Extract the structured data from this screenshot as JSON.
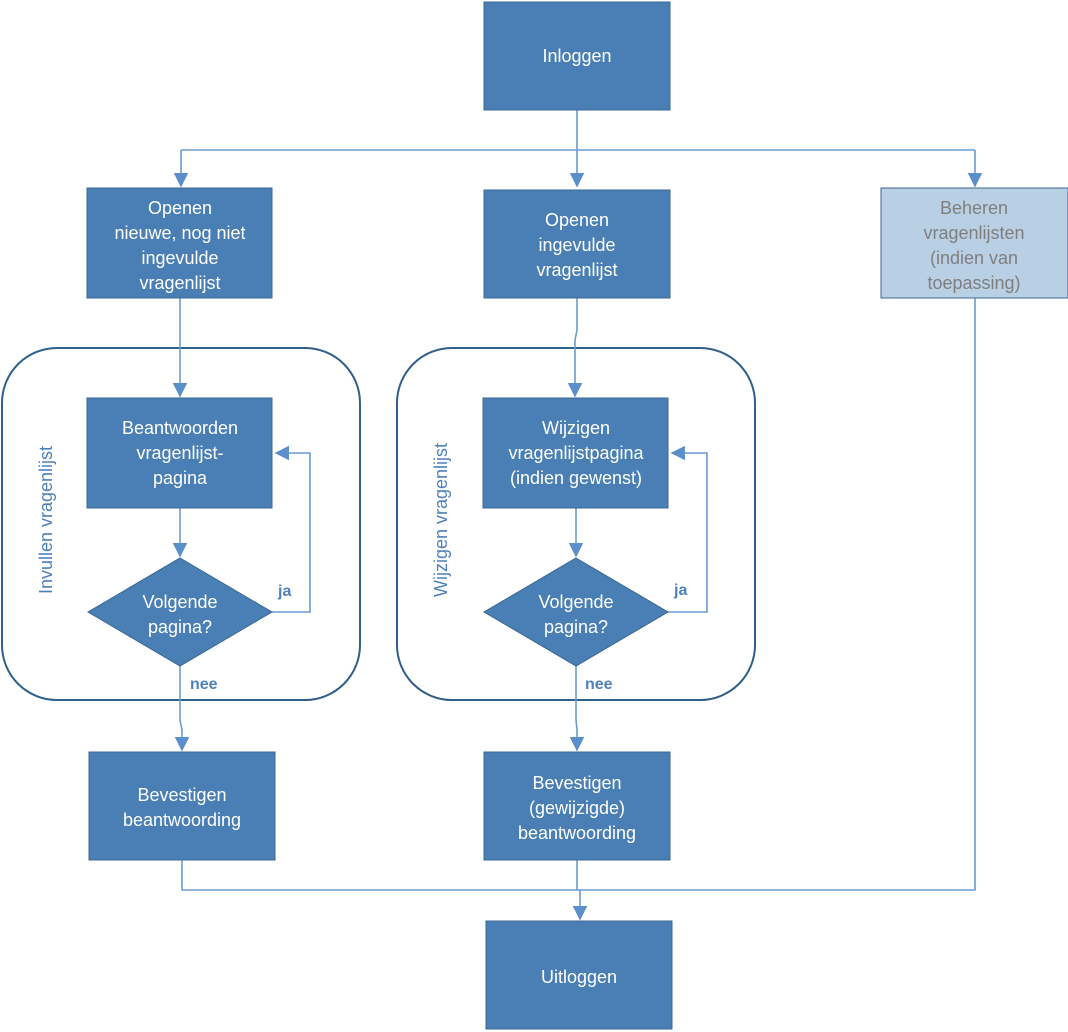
{
  "colors": {
    "box_fill": "#4a7fb5",
    "box_stroke": "#3a6794",
    "muted_box_fill": "#b8cfe4",
    "connector": "#6b9bd2",
    "group_stroke": "#2f5f8a",
    "label": "#4f81bd"
  },
  "nodes": {
    "inloggen": [
      "Inloggen"
    ],
    "openen_nieuw": [
      "Openen",
      "nieuwe, nog niet",
      "ingevulde",
      "vragenlijst"
    ],
    "openen_ingevuld": [
      "Openen",
      "ingevulde",
      "vragenlijst"
    ],
    "beheren": [
      "Beheren",
      "vragenlijsten",
      "(indien van",
      "toepassing)"
    ],
    "beantwoorden": [
      "Beantwoorden",
      "vragenlijst-",
      "pagina"
    ],
    "wijzigen": [
      "Wijzigen",
      "vragenlijstpagina",
      "(indien gewenst)"
    ],
    "volgende_1": [
      "Volgende",
      "pagina?"
    ],
    "volgende_2": [
      "Volgende",
      "pagina?"
    ],
    "bevestigen_1": [
      "Bevestigen",
      "beantwoording"
    ],
    "bevestigen_2": [
      "Bevestigen",
      "(gewijzigde)",
      "beantwoording"
    ],
    "uitloggen": [
      "Uitloggen"
    ]
  },
  "groups": {
    "invullen": "Invullen vragenlijst",
    "wijzigen": "Wijzigen vragenlijst"
  },
  "edge_labels": {
    "ja_1": "ja",
    "nee_1": "nee",
    "ja_2": "ja",
    "nee_2": "nee"
  }
}
